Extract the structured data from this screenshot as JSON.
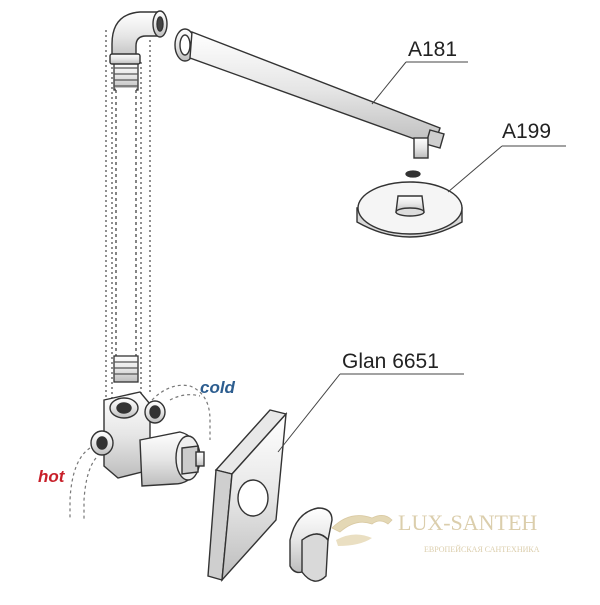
{
  "labels": {
    "arm": "A181",
    "head": "A199",
    "mixer": "Glan 6651"
  },
  "flow_labels": {
    "cold": "cold",
    "hot": "hot"
  },
  "watermark": {
    "name": "LUX-SANTEH",
    "tagline": "ЕВРОПЕЙСКАЯ САНТЕХНИКА"
  },
  "colors": {
    "line": "#333333",
    "cold": "#2c5d8f",
    "hot": "#c8202a",
    "watermark": "#d8c9a4"
  }
}
